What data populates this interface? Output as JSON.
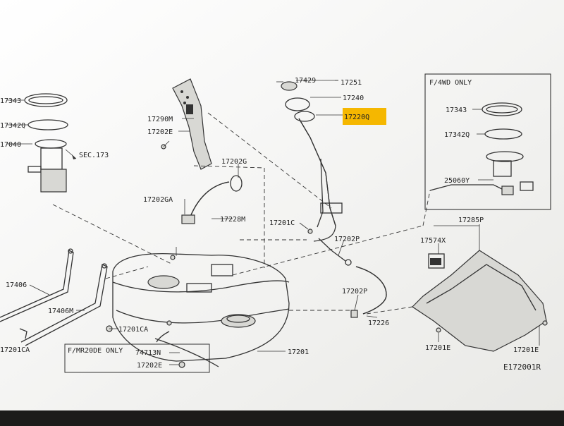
{
  "colors": {
    "screen": "#f4f4f2",
    "bezel": "#1c1b1a",
    "highlight": "#f5b700"
  },
  "labels": {
    "l17343a": "17343",
    "l17342qa": "17342Q",
    "l17040": "17040",
    "sec173": "SEC.173",
    "l17290m": "17290M",
    "l17202e_a": "17202E",
    "l17202g": "17202G",
    "l17202ga": "17202GA",
    "l17228m": "17228M",
    "l17429": "17429",
    "l17251": "17251",
    "l17240": "17240",
    "l17220q": "17220Q",
    "l17201c": "17201C",
    "l17202p_a": "17202P",
    "l17202p_b": "17202P",
    "l17226": "17226",
    "l17201": "17201",
    "l17201ca_a": "17201CA",
    "l17201ca_b": "17201CA",
    "l17406": "17406",
    "l17406m": "17406M",
    "mr20de": "F/MR20DE ONLY",
    "l74713n": "74713N",
    "l17202e_b": "17202E",
    "fwd": "F/4WD ONLY",
    "l17343b": "17343",
    "l17342qb": "17342Q",
    "l25060y": "25060Y",
    "l17285p": "17285P",
    "l17574x": "17574X",
    "l17201e_a": "17201E",
    "l17201e_b": "17201E",
    "ref": "E172001R"
  }
}
